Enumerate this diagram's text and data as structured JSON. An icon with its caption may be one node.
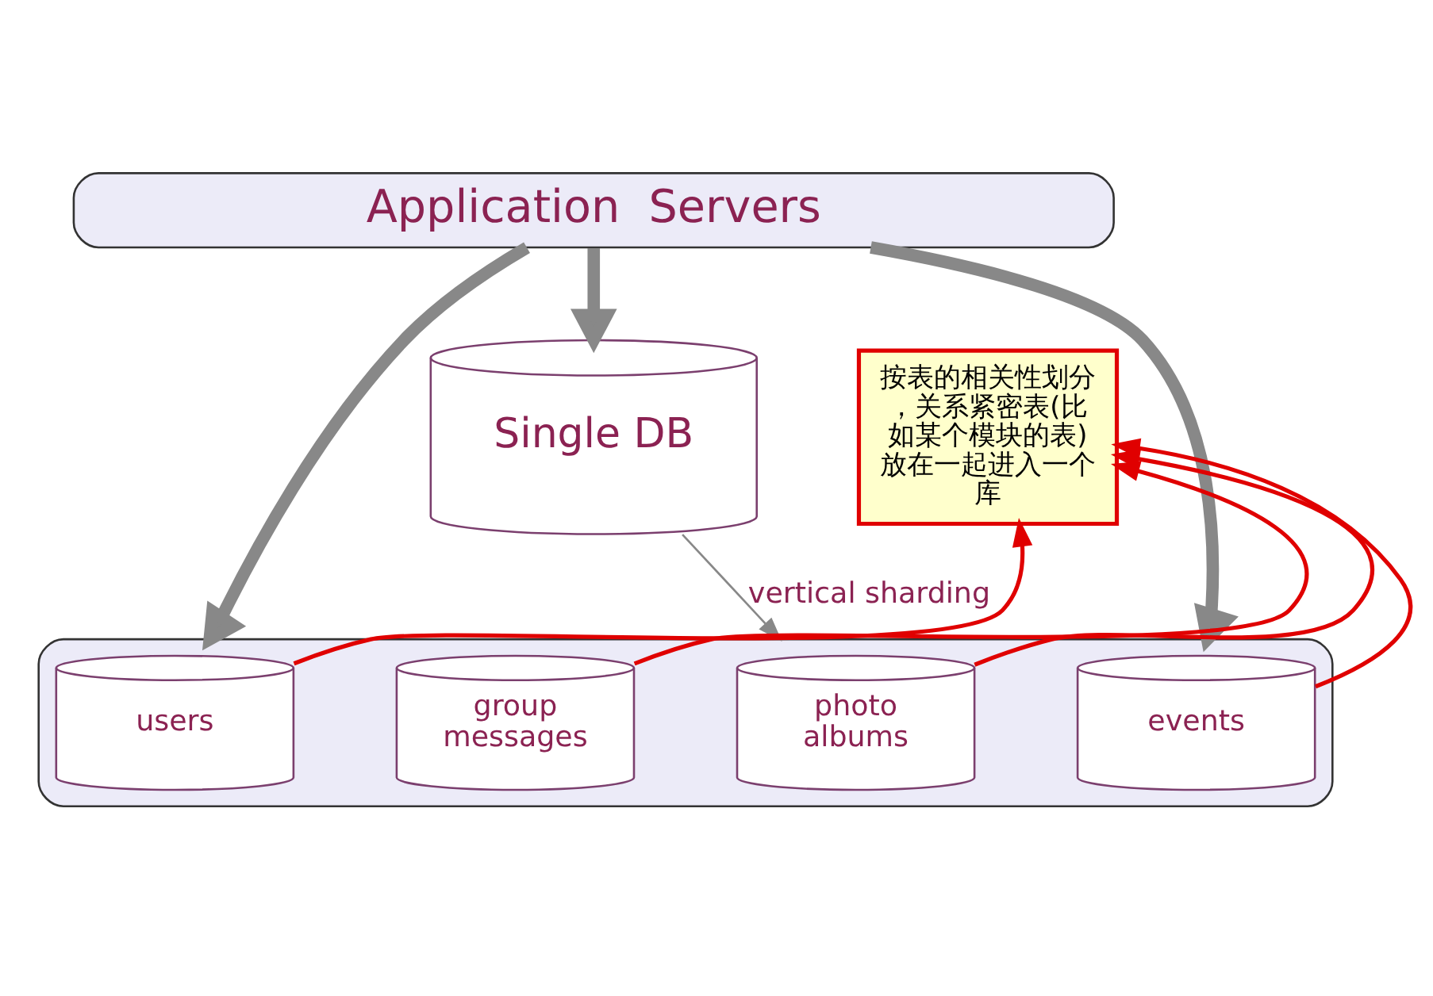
{
  "diagram": {
    "nodes": [
      {
        "text": [
          "Application  Servers"
        ]
      },
      {
        "text": [
          "Single DB"
        ]
      },
      {
        "text": [],
        "shape": "box"
      },
      {
        "text": [
          "users"
        ],
        "in": 2
      },
      {
        "text": [
          "group messages"
        ],
        "in": 2
      },
      {
        "text": [
          "photo albums"
        ],
        "in": 2
      },
      {
        "text": [
          "events"
        ],
        "in": 2
      },
      {
        "text": [
          "按表的相关性划分，关系紧密表(比如某个模块的表)放在一起进入一个库"
        ]
      }
    ],
    "edges": [
      {
        "from": 0,
        "to": 2,
        "arrow": "to",
        "style": "thick"
      },
      {
        "from": 0,
        "to": 1,
        "arrow": "to",
        "style": "thick"
      },
      {
        "from": 0,
        "to": 2,
        "arrow": "to",
        "style": "thick"
      },
      {
        "from": 1,
        "to": 2,
        "arrow": "to",
        "label": "vertical sharding"
      },
      {
        "from": 3,
        "to": 7,
        "arrow": "to",
        "color": "#e00000"
      },
      {
        "from": 4,
        "to": 7,
        "arrow": "to",
        "color": "#e00000"
      },
      {
        "from": 5,
        "to": 7,
        "arrow": "to",
        "color": "#e00000"
      },
      {
        "from": 6,
        "to": 7,
        "arrow": "to",
        "color": "#e00000"
      }
    ]
  }
}
